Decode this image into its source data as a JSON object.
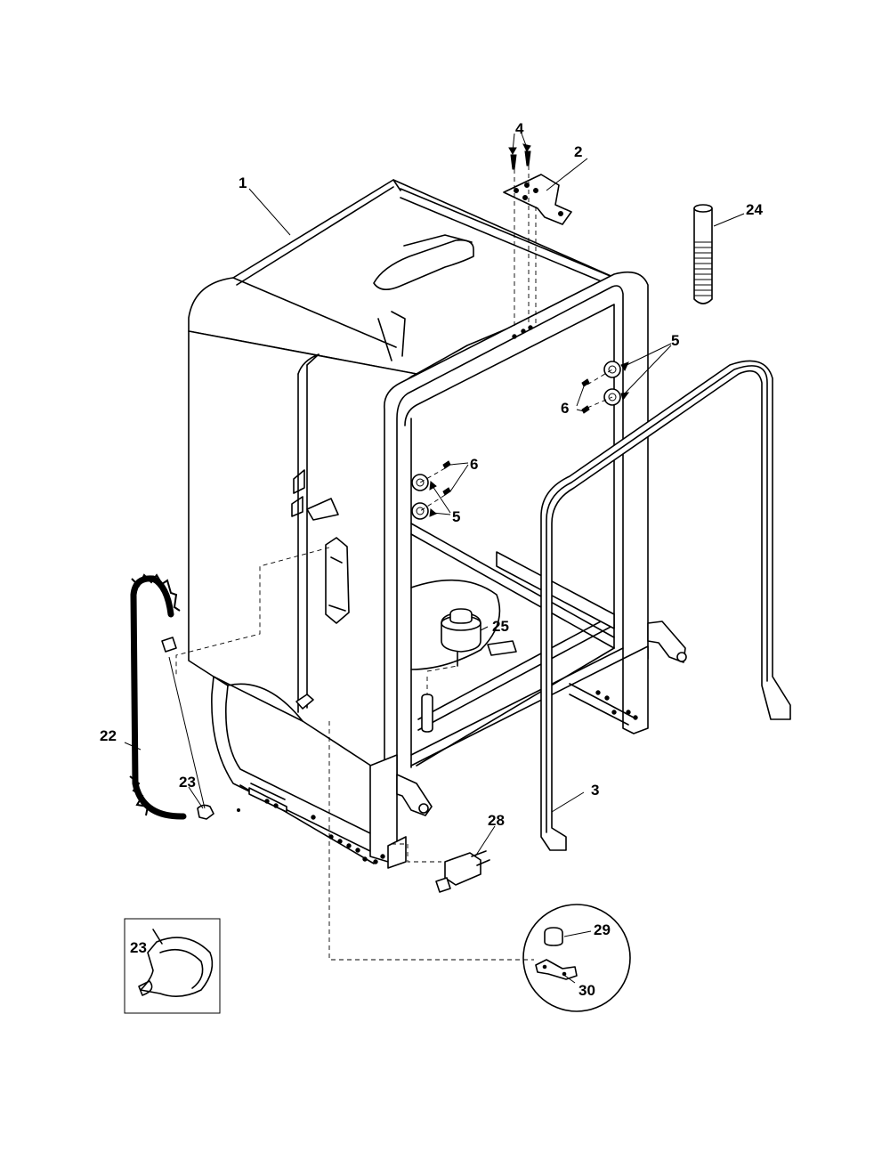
{
  "labels": {
    "l1": "1",
    "l2": "2",
    "l3": "3",
    "l4": "4",
    "l5a": "5",
    "l5b": "5",
    "l6a": "6",
    "l6b": "6",
    "l22": "22",
    "l23a": "23",
    "l23b": "23",
    "l24": "24",
    "l25": "25",
    "l28": "28",
    "l29": "29",
    "l30": "30"
  },
  "colors": {
    "line": "#000000",
    "background": "#ffffff",
    "shade": "#e8e8e8"
  }
}
